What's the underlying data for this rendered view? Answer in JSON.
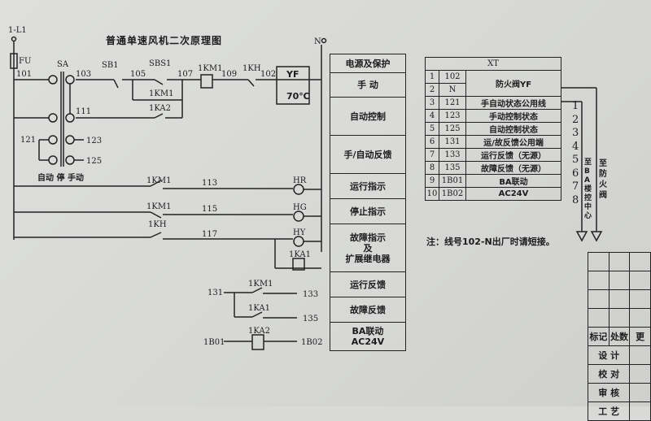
{
  "title": "普通单速风机二次原理图",
  "supply": {
    "line_label": "1-L1",
    "fuse_label": "FU",
    "neutral_label": "N"
  },
  "switch": {
    "label": "SA",
    "positions": [
      "自动",
      "停",
      "手动"
    ],
    "contacts": [
      "1",
      "2",
      "3",
      "4",
      "5",
      "6",
      "7",
      "8"
    ]
  },
  "control_circuit": {
    "wires": [
      "101",
      "103",
      "105",
      "107",
      "109",
      "102",
      "111",
      "113",
      "115",
      "117",
      "121",
      "123",
      "125"
    ],
    "components": [
      "SB1",
      "SBS1",
      "1KM1",
      "1KM1",
      "1KH",
      "YF",
      "1KA2"
    ],
    "damper_temp": "70℃"
  },
  "indicator_rows": [
    {
      "contact": "1KM1",
      "wire": "113",
      "lamp": "HR"
    },
    {
      "contact": "1KM1",
      "wire": "115",
      "lamp": "HG"
    },
    {
      "contact": "1KH",
      "wire": "117",
      "lamp": "HY"
    }
  ],
  "relay_label": "1KA1",
  "feedback_circuit": {
    "rows": [
      {
        "from": "131",
        "contact": "1KM1",
        "to": "133"
      },
      {
        "from": "",
        "contact": "1KA1",
        "to": "135"
      },
      {
        "from": "1B01",
        "contact": "1KA2",
        "to": "1B02"
      }
    ]
  },
  "function_column": [
    "电源及保护",
    "手 动",
    "自动控制",
    "手/自动反馈",
    "运行指示",
    "停止指示",
    "故障指示\n及\n扩展继电器",
    "运行反馈",
    "故障反馈",
    "BA联动\nAC24V"
  ],
  "terminal_table": {
    "header": "XT",
    "rows": [
      {
        "no": "1",
        "wire": "102",
        "desc": "防火阀YF"
      },
      {
        "no": "2",
        "wire": "N",
        "desc": ""
      },
      {
        "no": "3",
        "wire": "121",
        "desc": "手自动状态公用线"
      },
      {
        "no": "4",
        "wire": "123",
        "desc": "手动控制状态"
      },
      {
        "no": "5",
        "wire": "125",
        "desc": "自动控制状态"
      },
      {
        "no": "6",
        "wire": "131",
        "desc": "运/故反馈公用端"
      },
      {
        "no": "7",
        "wire": "133",
        "desc": "运行反馈（无源）"
      },
      {
        "no": "8",
        "wire": "135",
        "desc": "故障反馈（无源）"
      },
      {
        "no": "9",
        "wire": "1B01",
        "desc": "BA联动"
      },
      {
        "no": "10",
        "wire": "1B02",
        "desc": "AC24V"
      }
    ],
    "outputs": [
      "1",
      "2",
      "3",
      "4",
      "5",
      "6",
      "7",
      "8"
    ],
    "dest_ba": "至BA楼控中心",
    "dest_damper": "至防火阀"
  },
  "note": "注：线号102-N出厂时请短接。",
  "title_block": {
    "header": [
      "标记",
      "处数",
      "更"
    ],
    "rows": [
      "设 计",
      "校 对",
      "审 核",
      "工 艺"
    ]
  }
}
